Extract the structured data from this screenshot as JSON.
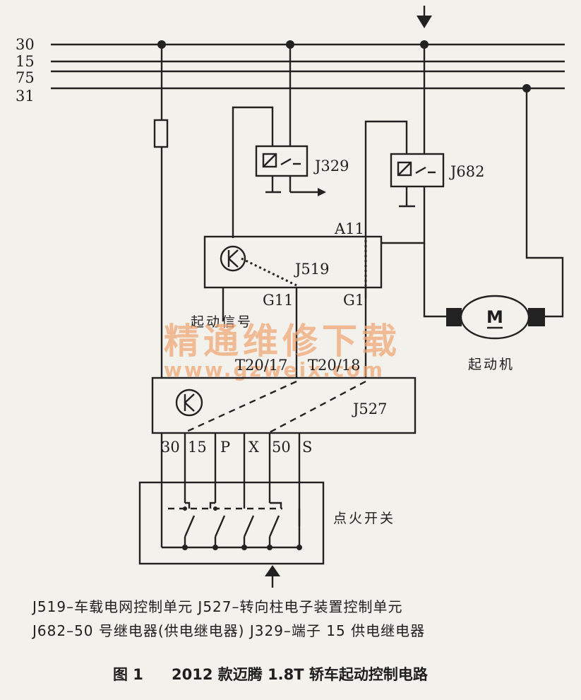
{
  "bus_lines": [
    "30",
    "15",
    "75",
    "31"
  ],
  "components": {
    "j329": "J329",
    "j682": "J682",
    "j519": "J519",
    "j527": "J527",
    "motor_symbol": "M",
    "starter": "起动机",
    "ignition_switch": "点火开关"
  },
  "pins": {
    "a11": "A11",
    "g11": "G11",
    "g1": "G1",
    "t20_17": "T20/17",
    "t20_18": "T20/18",
    "start_signal": "起动信号"
  },
  "switch_terminals": [
    "30",
    "15",
    "P",
    "X",
    "50",
    "S"
  ],
  "watermark": {
    "text": "精通维修下载",
    "url": "www.gzweix.com"
  },
  "legend": {
    "line1": "J519–车载电网控制单元  J527–转向柱电子装置控制单元",
    "line2": "J682–50 号继电器(供电继电器)  J329–端子 15 供电继电器"
  },
  "caption": {
    "figure": "图 1",
    "title": "2012 款迈腾 1.8T 轿车起动控制电路"
  }
}
